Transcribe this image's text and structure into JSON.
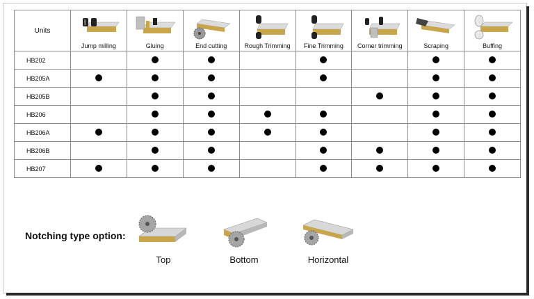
{
  "table": {
    "header_units": "Units",
    "columns": [
      {
        "label": "Jump milling",
        "icon": "jump-milling-icon"
      },
      {
        "label": "Gluing",
        "icon": "gluing-icon"
      },
      {
        "label": "End cutting",
        "icon": "end-cutting-icon"
      },
      {
        "label": "Rough Trimming",
        "icon": "rough-trimming-icon"
      },
      {
        "label": "Fine Trimming",
        "icon": "fine-trimming-icon"
      },
      {
        "label": "Corner trimming",
        "icon": "corner-trimming-icon"
      },
      {
        "label": "Scraping",
        "icon": "scraping-icon"
      },
      {
        "label": "Buffing",
        "icon": "buffing-icon"
      }
    ],
    "rows": [
      {
        "unit": "HB202",
        "marks": [
          false,
          true,
          true,
          false,
          true,
          false,
          true,
          true
        ]
      },
      {
        "unit": "HB205A",
        "marks": [
          true,
          true,
          true,
          false,
          true,
          false,
          true,
          true
        ]
      },
      {
        "unit": "HB205B",
        "marks": [
          false,
          true,
          true,
          false,
          false,
          true,
          true,
          true
        ]
      },
      {
        "unit": "HB206",
        "marks": [
          false,
          true,
          true,
          true,
          true,
          false,
          true,
          true
        ]
      },
      {
        "unit": "HB206A",
        "marks": [
          true,
          true,
          true,
          true,
          true,
          false,
          true,
          true
        ]
      },
      {
        "unit": "HB206B",
        "marks": [
          false,
          true,
          true,
          false,
          true,
          true,
          true,
          true
        ]
      },
      {
        "unit": "HB207",
        "marks": [
          true,
          true,
          true,
          false,
          true,
          true,
          true,
          true
        ]
      }
    ]
  },
  "notching": {
    "title": "Notching type option:",
    "options": [
      {
        "label": "Top",
        "icon": "notching-top-icon"
      },
      {
        "label": "Bottom",
        "icon": "notching-bottom-icon"
      },
      {
        "label": "Horizontal",
        "icon": "notching-horizontal-icon"
      }
    ]
  },
  "colors": {
    "panel_top": "#d8d8d8",
    "panel_edge": "#c9a64a",
    "tool_dark": "#222222",
    "saw": "#9a9a9a"
  }
}
